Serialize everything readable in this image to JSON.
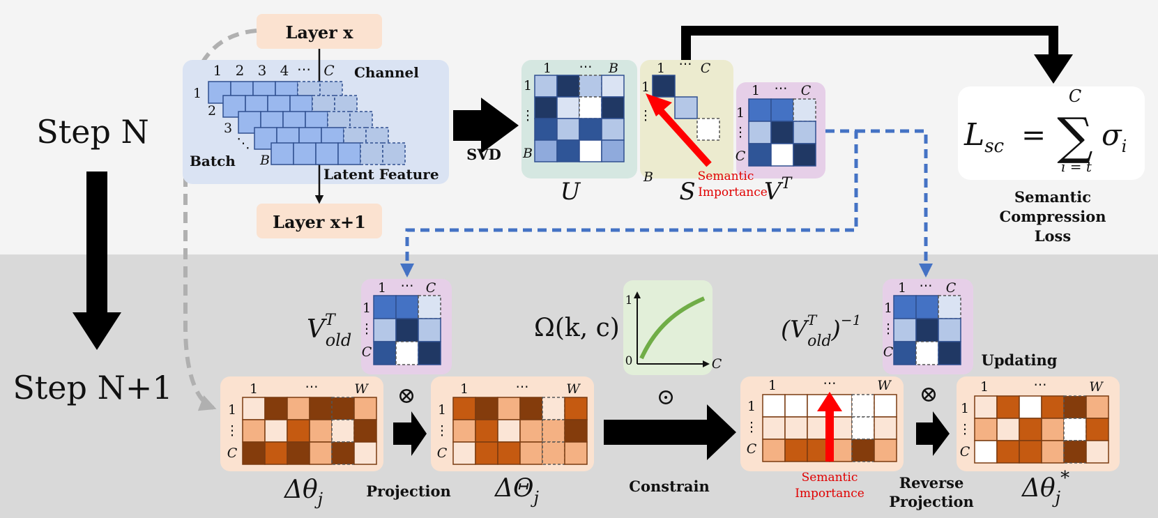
{
  "steps": {
    "top": "Step N",
    "bottom": "Step N+1"
  },
  "layers": {
    "input": "Layer x",
    "output": "Layer x+1"
  },
  "feature_block": {
    "channel_label": "Channel",
    "batch_label": "Batch",
    "latent_label": "Latent Feature",
    "channel_ticks": [
      "1",
      "2",
      "3",
      "4",
      "⋯",
      "C"
    ],
    "batch_ticks": [
      "1",
      "2",
      "3",
      "⋱",
      "B"
    ]
  },
  "svd": {
    "label": "SVD",
    "u_label": "U",
    "s_label": "S",
    "vt_label": "V",
    "vt_sup": "T",
    "u_cols": [
      "1",
      "⋯",
      "B"
    ],
    "u_rows": [
      "1",
      "⋮",
      "B"
    ],
    "s_cols": [
      "1",
      "⋯",
      "C"
    ],
    "s_rows": [
      "1",
      "⋮",
      "B"
    ],
    "vt_cols": [
      "1",
      "⋯",
      "C"
    ],
    "vt_rows": [
      "1",
      "⋮",
      "C"
    ],
    "importance": [
      "Semantic",
      "Importance"
    ]
  },
  "loss": {
    "lhs": "L",
    "lhs_sub": "sc",
    "eq": "=",
    "upper": "C",
    "lower": "i = t",
    "sym": "σ",
    "sym_sub": "i",
    "caption": [
      "Semantic",
      "Compression",
      "Loss"
    ]
  },
  "bottom": {
    "vold": {
      "base": "V",
      "sub": "old",
      "sup": "T",
      "cols": [
        "1",
        "⋯",
        "C"
      ],
      "rows": [
        "1",
        "⋮",
        "C"
      ]
    },
    "omega": {
      "label": "Ω(k, c)",
      "y_tick_top": "1",
      "y_tick_bottom": "0",
      "x_tick": "C"
    },
    "vinv": {
      "open": "(V",
      "sub": "old",
      "sup": "T",
      "close": ")",
      "power": "−1",
      "cols": [
        "1",
        "⋯",
        "C"
      ],
      "rows": [
        "1",
        "⋮",
        "C"
      ]
    },
    "grid_cols": [
      "1",
      "⋯",
      "W"
    ],
    "grid_rows": [
      "1",
      "⋮",
      "C"
    ],
    "otimes": "⊗",
    "odot": "⊙",
    "delta_theta": {
      "base": "Δθ",
      "sub": "j"
    },
    "delta_Theta": {
      "base": "ΔΘ",
      "sub": "j"
    },
    "delta_star": {
      "base": "Δθ",
      "sub": "j",
      "sup": "*"
    },
    "projection": "Projection",
    "constrain": "Constrain",
    "reverse": [
      "Reverse",
      "Projection"
    ],
    "updating": "Updating",
    "importance": [
      "Semantic",
      "Importance"
    ]
  },
  "colors": {
    "top_bg": "#f4f4f4",
    "bottom_bg": "#d9d9d9",
    "feature_bg": "#dae3f3",
    "u_bg": "#d5e7e1",
    "s_bg": "#ecebcf",
    "vt_bg": "#e6cfe8",
    "curve_bg": "#e2efd9",
    "orange_bg": "#fbe2d0",
    "layer_bg": "#fbe2d0",
    "blue_dash": "#4472c4",
    "red": "#ff0000",
    "curve": "#70ad47"
  }
}
